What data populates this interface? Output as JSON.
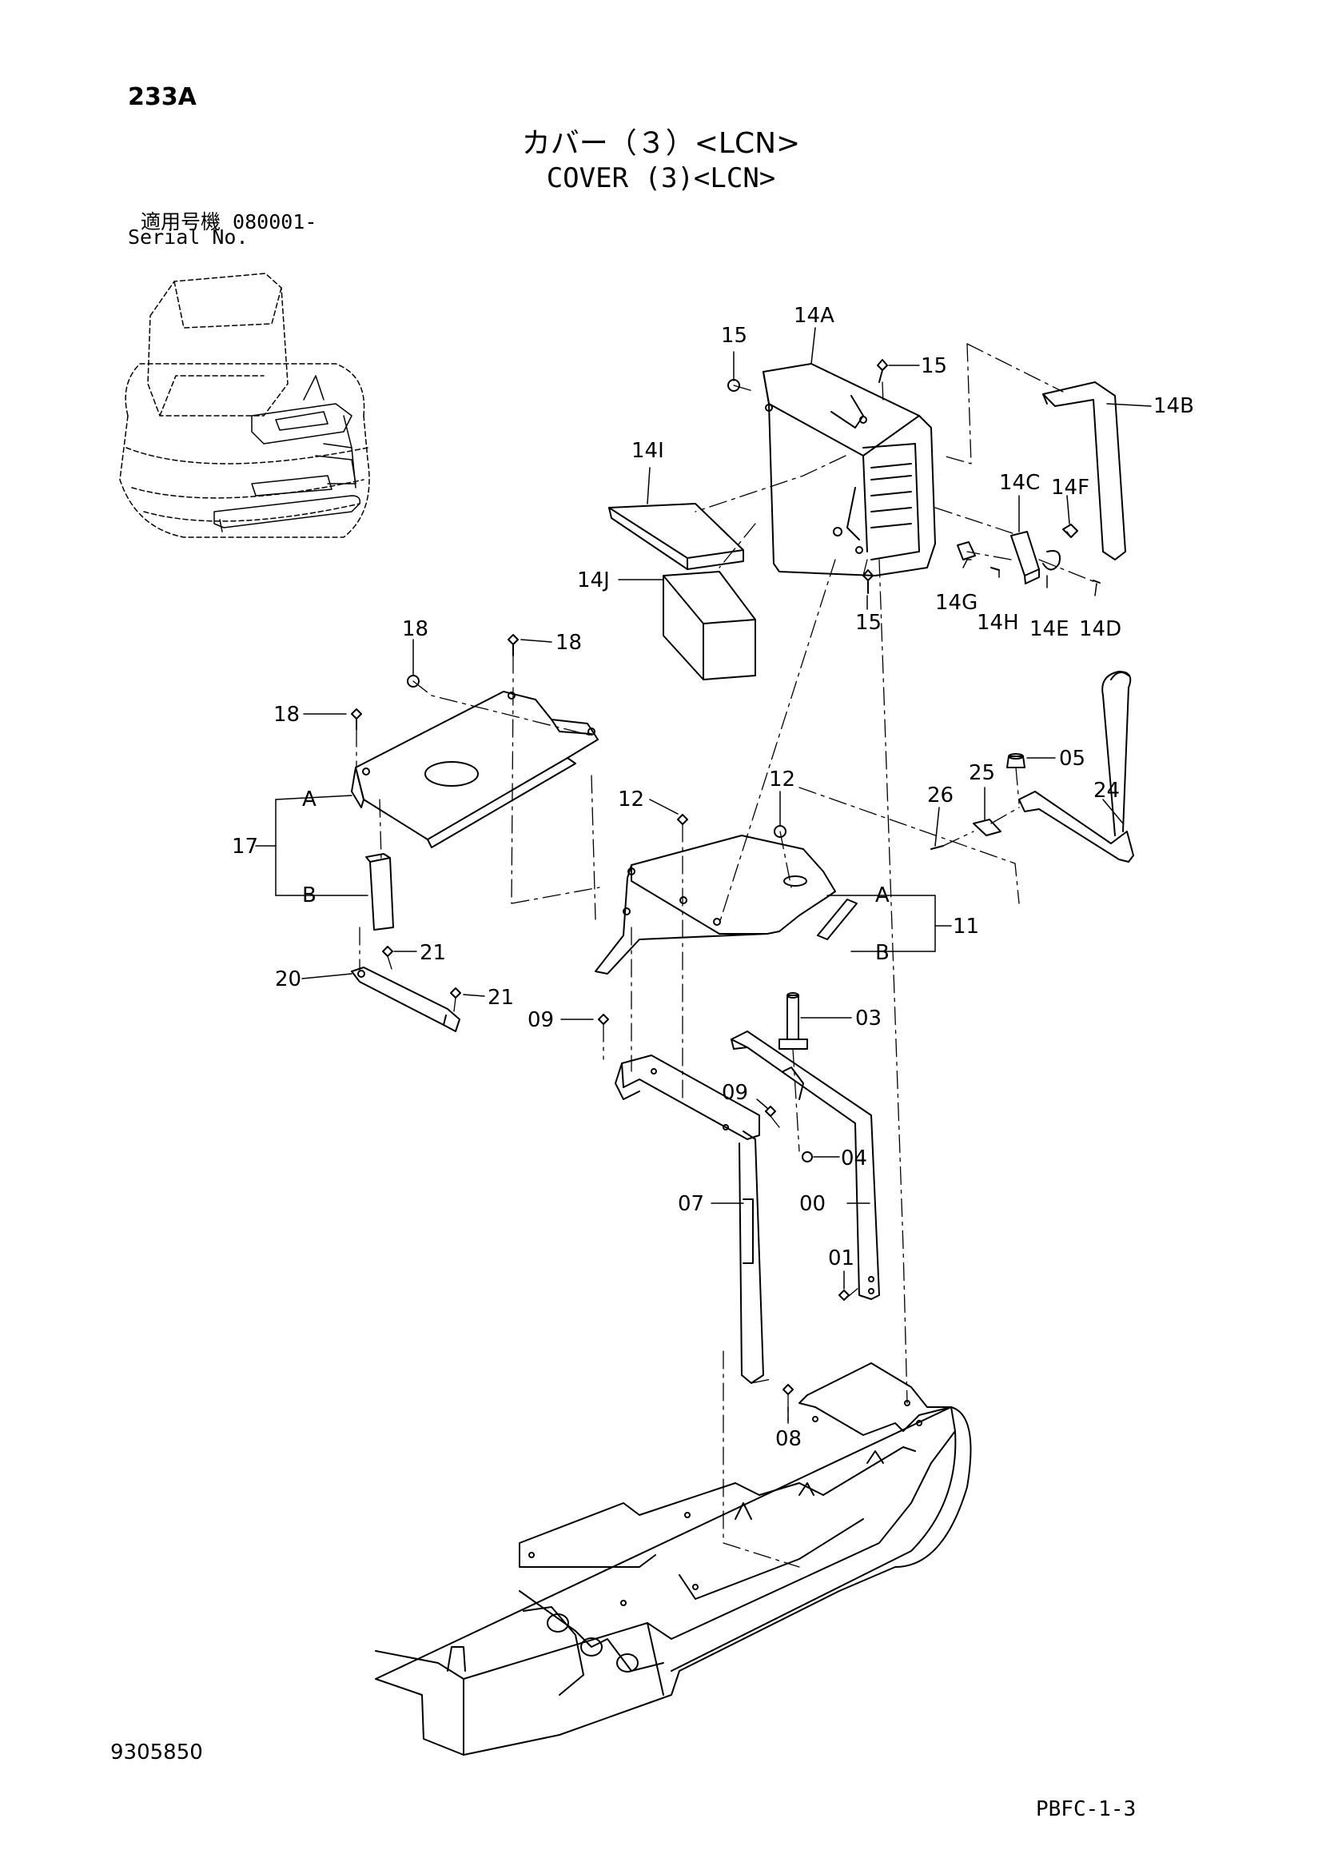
{
  "header": {
    "page_number": "233A",
    "title_jp": "カバー（３）<LCN>",
    "title_en": "COVER (3)<LCN>",
    "serial_jp": "適用号機  080001-",
    "serial_en": "Serial No."
  },
  "footer": {
    "doc_number": "9305850",
    "page_code": "PBFC-1-3"
  },
  "callouts": {
    "c15a": "15",
    "c14A": "14A",
    "c15b": "15",
    "c14B": "14B",
    "c14I": "14I",
    "c14C": "14C",
    "c14F": "14F",
    "c14J": "14J",
    "c15c": "15",
    "c14G": "14G",
    "c14H": "14H",
    "c14E": "14E",
    "c14D": "14D",
    "c18a": "18",
    "c18b": "18",
    "c18c": "18",
    "cA1": "A",
    "c17": "17",
    "cB1": "B",
    "c12a": "12",
    "c12b": "12",
    "c05": "05",
    "c25": "25",
    "c26": "26",
    "c24": "24",
    "cA2": "A",
    "c11": "11",
    "cB2": "B",
    "c21a": "21",
    "c20": "20",
    "c21b": "21",
    "c09a": "09",
    "c03": "03",
    "c09b": "09",
    "c04": "04",
    "c07": "07",
    "c00": "00",
    "c01": "01",
    "c08": "08"
  }
}
